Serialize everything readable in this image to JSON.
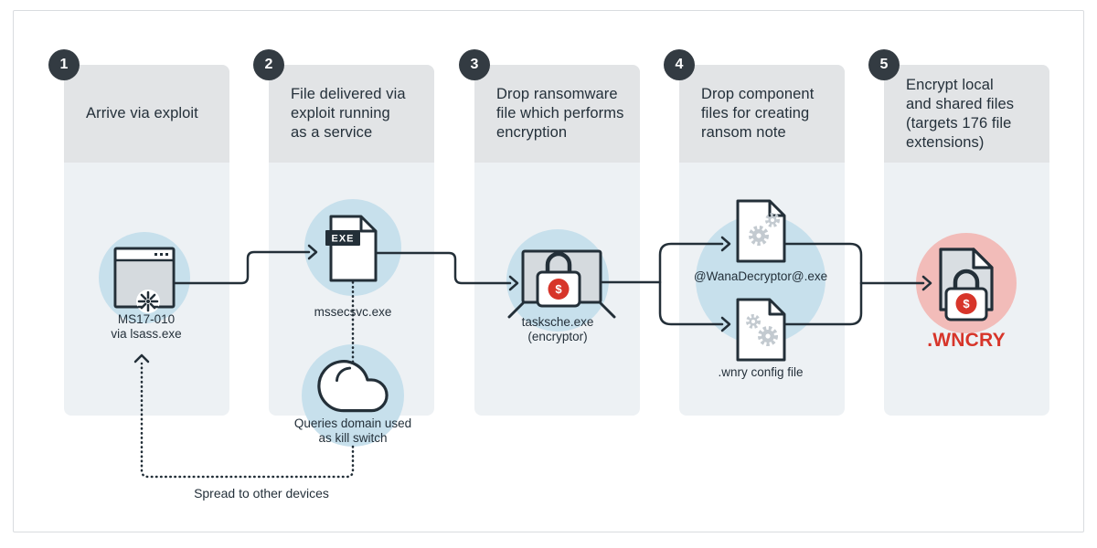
{
  "colors": {
    "outline": "#232f38",
    "accent_blue": "#c7e0ec",
    "accent_pink": "#f2bcb9",
    "alert_red": "#d7352a",
    "header_bg": "#e2e4e6",
    "column_bg": "#edf1f4",
    "number_badge_bg": "#333b42",
    "icon_fill_gray": "#d5dade"
  },
  "steps": [
    {
      "number": "1",
      "title": "Arrive via exploit",
      "icon": "exploited-browser-icon",
      "label": "MS17-010\nvia lsass.exe"
    },
    {
      "number": "2",
      "title": "File delivered via\nexploit running\nas a service",
      "icon": "exe-file-icon",
      "badge": "EXE",
      "label": "mssecsvc.exe",
      "sub_icon": "cloud-icon",
      "sub_label": "Queries domain used\nas kill switch"
    },
    {
      "number": "3",
      "title": "Drop ransomware\nfile which performs\nencryption",
      "icon": "locked-computer-icon",
      "label": "tasksche.exe\n(encryptor)",
      "currency": "$"
    },
    {
      "number": "4",
      "title": "Drop component\nfiles for creating\nransom note",
      "icon": "component-files-icon",
      "label_top": "@WanaDecryptor@.exe",
      "label_bottom": ".wnry config file"
    },
    {
      "number": "5",
      "title": "Encrypt local\nand shared files\n(targets 176 file\nextensions)",
      "icon": "encrypted-file-icon",
      "label": ".WNCRY",
      "currency": "$"
    }
  ],
  "annotations": {
    "spread_label": "Spread to other devices"
  }
}
